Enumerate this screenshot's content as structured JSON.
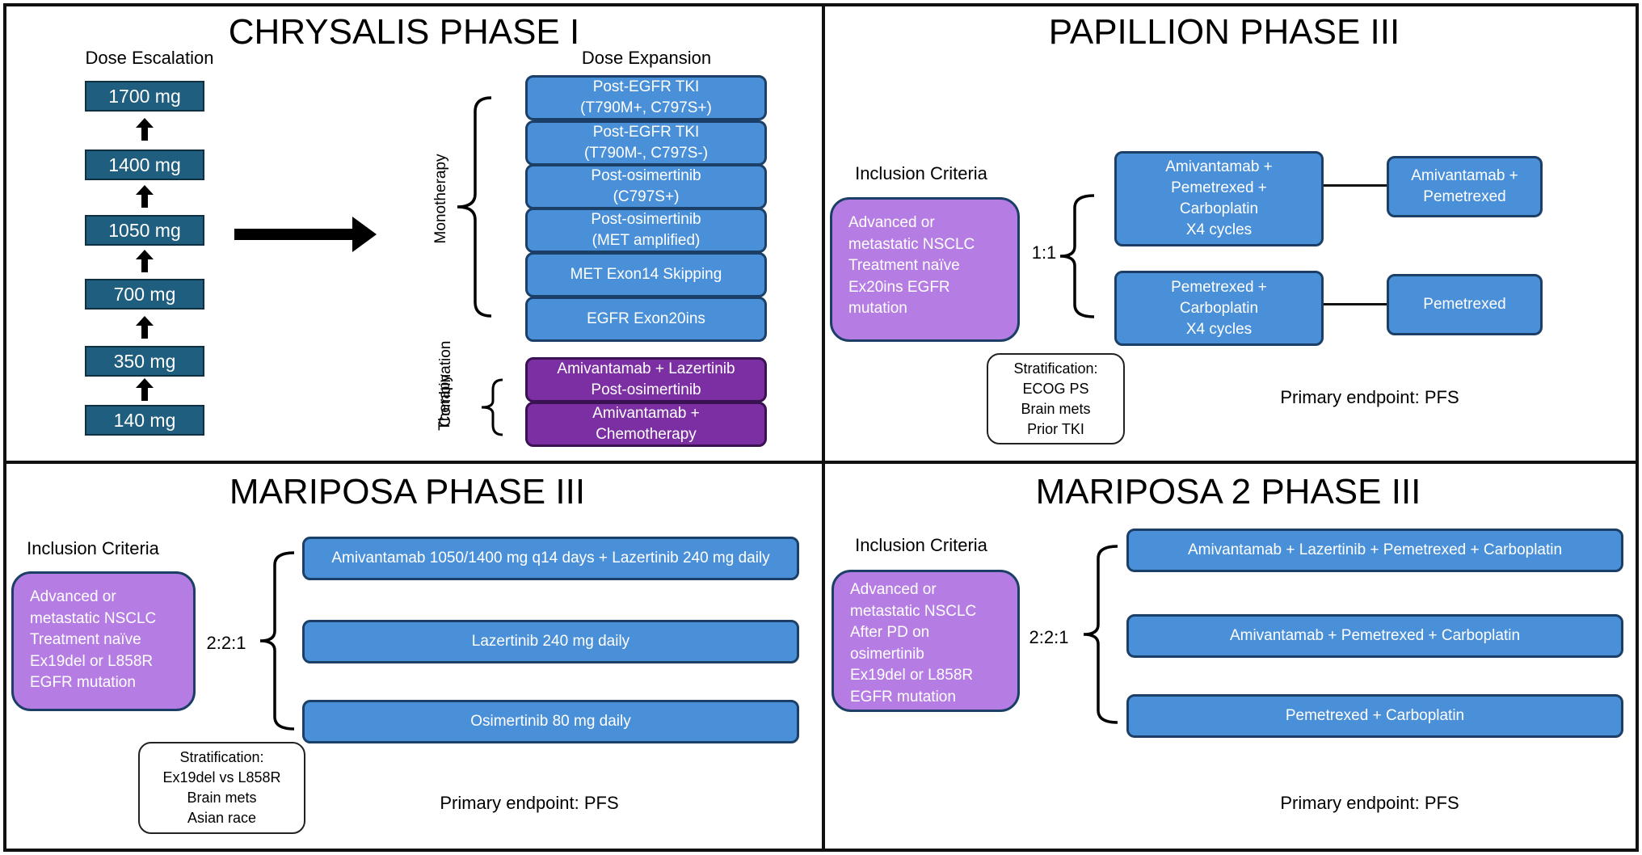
{
  "chrysalis": {
    "title": "CHRYSALIS PHASE I",
    "dose_escalation_label": "Dose Escalation",
    "dose_expansion_label": "Dose Expansion",
    "doses": [
      "1700 mg",
      "1400 mg",
      "1050 mg",
      "700 mg",
      "350 mg",
      "140 mg"
    ],
    "monotherapy_label": "Monotherapy",
    "combination_label": [
      "Combination",
      "Therapy"
    ],
    "monotherapy_arms": [
      [
        "Post-EGFR TKI",
        "(T790M+, C797S+)"
      ],
      [
        "Post-EGFR TKI",
        "(T790M-, C797S-)"
      ],
      [
        "Post-osimertinib",
        "(C797S+)"
      ],
      [
        "Post-osimertinib",
        "(MET amplified)"
      ],
      [
        "MET Exon14 Skipping"
      ],
      [
        "EGFR Exon20ins"
      ]
    ],
    "combination_arms": [
      [
        "Amivantamab + Lazertinib",
        "Post-osimertinib"
      ],
      [
        "Amivantamab +",
        "Chemotherapy"
      ]
    ]
  },
  "papillion": {
    "title": "PAPILLION PHASE III",
    "inclusion_label": "Inclusion Criteria",
    "inclusion_lines": [
      "Advanced or",
      "metastatic NSCLC",
      "Treatment naïve",
      "Ex20ins EGFR",
      "mutation"
    ],
    "ratio": "1:1",
    "arms": [
      [
        "Amivantamab +",
        "Pemetrexed +",
        "Carboplatin",
        "X4 cycles"
      ],
      [
        "Pemetrexed +",
        "Carboplatin",
        "X4 cycles"
      ]
    ],
    "maintenance": [
      [
        "Amivantamab +",
        "Pemetrexed"
      ],
      [
        "Pemetrexed"
      ]
    ],
    "stratification": [
      "Stratification:",
      "ECOG PS",
      "Brain mets",
      "Prior TKI"
    ],
    "endpoint": "Primary endpoint: PFS"
  },
  "mariposa": {
    "title": "MARIPOSA PHASE III",
    "inclusion_label": "Inclusion Criteria",
    "inclusion_lines": [
      "Advanced or",
      "metastatic NSCLC",
      "Treatment naïve",
      "Ex19del or L858R",
      "EGFR mutation"
    ],
    "ratio": "2:2:1",
    "arms": [
      "Amivantamab 1050/1400 mg q14 days + Lazertinib 240 mg daily",
      "Lazertinib 240 mg daily",
      "Osimertinib 80 mg daily"
    ],
    "stratification": [
      "Stratification:",
      "Ex19del vs L858R",
      "Brain mets",
      "Asian race"
    ],
    "endpoint": "Primary endpoint: PFS"
  },
  "mariposa2": {
    "title": "MARIPOSA 2 PHASE III",
    "inclusion_label": "Inclusion Criteria",
    "inclusion_lines": [
      "Advanced or",
      "metastatic NSCLC",
      "After PD on",
      "osimertinib",
      "Ex19del or L858R",
      "EGFR mutation"
    ],
    "ratio": "2:2:1",
    "arms": [
      "Amivantamab + Lazertinib + Pemetrexed + Carboplatin",
      "Amivantamab + Pemetrexed + Carboplatin",
      "Pemetrexed + Carboplatin"
    ],
    "endpoint": "Primary endpoint: PFS"
  },
  "colors": {
    "dose_box": "#1f5e7e",
    "arm_blue": "#4a90d9",
    "arm_purple": "#7c2fa3",
    "inclusion_lavender": "#b57de3"
  }
}
